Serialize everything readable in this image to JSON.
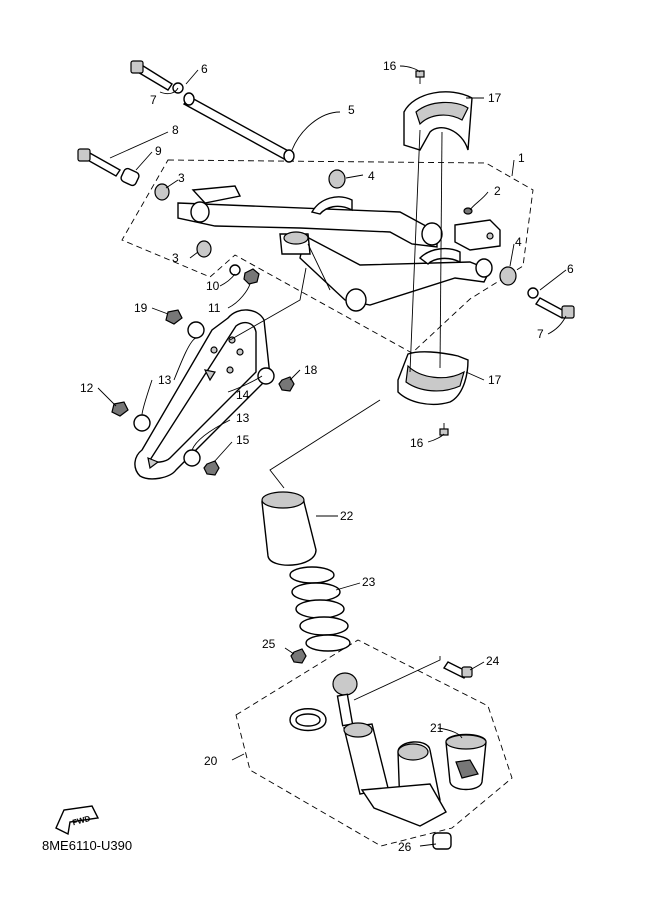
{
  "figure": {
    "code": "8ME6110-U390",
    "fwd_label": "FWD",
    "callouts": [
      {
        "id": "c1",
        "text": "1"
      },
      {
        "id": "c2",
        "text": "2"
      },
      {
        "id": "c3a",
        "text": "3"
      },
      {
        "id": "c3b",
        "text": "3"
      },
      {
        "id": "c4a",
        "text": "4"
      },
      {
        "id": "c4b",
        "text": "4"
      },
      {
        "id": "c5",
        "text": "5"
      },
      {
        "id": "c6a",
        "text": "6"
      },
      {
        "id": "c6b",
        "text": "6"
      },
      {
        "id": "c7a",
        "text": "7"
      },
      {
        "id": "c7b",
        "text": "7"
      },
      {
        "id": "c8",
        "text": "8"
      },
      {
        "id": "c9",
        "text": "9"
      },
      {
        "id": "c10",
        "text": "10"
      },
      {
        "id": "c11",
        "text": "11"
      },
      {
        "id": "c12",
        "text": "12"
      },
      {
        "id": "c13a",
        "text": "13"
      },
      {
        "id": "c13b",
        "text": "13"
      },
      {
        "id": "c14",
        "text": "14"
      },
      {
        "id": "c15",
        "text": "15"
      },
      {
        "id": "c16a",
        "text": "16"
      },
      {
        "id": "c16b",
        "text": "16"
      },
      {
        "id": "c17a",
        "text": "17"
      },
      {
        "id": "c17b",
        "text": "17"
      },
      {
        "id": "c18",
        "text": "18"
      },
      {
        "id": "c19",
        "text": "19"
      },
      {
        "id": "c20",
        "text": "20"
      },
      {
        "id": "c21",
        "text": "21"
      },
      {
        "id": "c22",
        "text": "22"
      },
      {
        "id": "c23",
        "text": "23"
      },
      {
        "id": "c24",
        "text": "24"
      },
      {
        "id": "c25",
        "text": "25"
      },
      {
        "id": "c26",
        "text": "26"
      }
    ]
  }
}
